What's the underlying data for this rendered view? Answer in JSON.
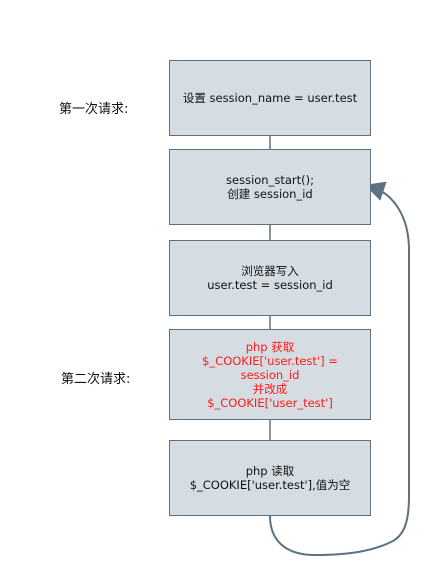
{
  "labels": {
    "first_request": "第一次请求:",
    "second_request": "第二次请求:"
  },
  "boxes": [
    {
      "lines": [
        "设置 session_name = user.test"
      ]
    },
    {
      "lines": [
        "session_start();",
        "创建 session_id"
      ]
    },
    {
      "lines": [
        "浏览器写入",
        "user.test = session_id"
      ]
    },
    {
      "lines": [
        "php 获取",
        "$_COOKIE['user.test'] =",
        "session_id",
        "并改成",
        "$_COOKIE['user_test']"
      ]
    },
    {
      "lines": [
        "php 读取",
        "$_COOKIE['user.test'],值为空"
      ]
    }
  ],
  "colors": {
    "box_fill": "#d5dde3",
    "box_border": "#5d7180",
    "highlight_text": "#ff1a1a",
    "arrow": "#5d7180"
  }
}
